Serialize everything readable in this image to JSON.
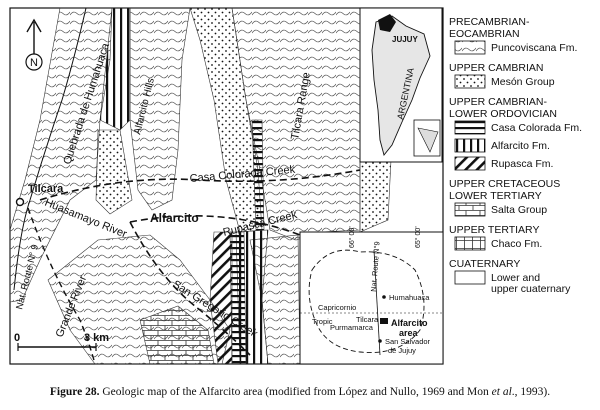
{
  "map": {
    "place_labels": {
      "quebrada": "Quebrada de Humahuaca",
      "alfarcito_hills": "Alfarcito Hills",
      "tilcara_range": "Tilcara Range",
      "casa_colorada_creek": "Casa Colorada Creek",
      "tilcara": "Tilcara",
      "huasamayo_river": "Huasamayo River",
      "alfarcito": "Alfarcito",
      "rupasca_creek": "Rupasca Creek",
      "route9": "Nat. Route N° 9",
      "grande_river": "Grande River",
      "san_gregorio_creek": "San Gregorio Creek"
    },
    "north_label": "N",
    "scale": {
      "start": "0",
      "end": "3 km"
    }
  },
  "inset_country": {
    "jujuy": "JUJUY",
    "argentina": "ARGENTINA"
  },
  "inset_local": {
    "labels": {
      "lon1": "66° 00'",
      "lon2": "65° 00'",
      "route9": "Nat. Route N°9",
      "humahuaca": "Humahuaca",
      "capricornio": "Capricornio",
      "tropic": "Tropic",
      "tilcara": "Tilcara",
      "purmamarca": "Purmamarca",
      "alfarcito_area_1": "Alfarcito",
      "alfarcito_area_2": "area",
      "san_salvador_1": "San Salvador",
      "san_salvador_2": "de Jujuy"
    }
  },
  "legend": {
    "groups": [
      {
        "head": [
          "PRECAMBRIAN-",
          "EOCAMBRIAN"
        ],
        "items": [
          {
            "label": "Puncoviscana Fm.",
            "pattern": "wavy"
          }
        ]
      },
      {
        "head": [
          "UPPER CAMBRIAN"
        ],
        "items": [
          {
            "label": "Mesón Group",
            "pattern": "dots"
          }
        ]
      },
      {
        "head": [
          "UPPER CAMBRIAN-",
          "LOWER ORDOVICIAN"
        ],
        "items": [
          {
            "label": "Casa Colorada Fm.",
            "pattern": "horizontal"
          },
          {
            "label": "Alfarcito Fm.",
            "pattern": "vertical"
          },
          {
            "label": "Rupasca Fm.",
            "pattern": "diagonal"
          }
        ]
      },
      {
        "head": [
          "UPPER CRETACEOUS",
          "LOWER TERTIARY"
        ],
        "items": [
          {
            "label": "Salta Group",
            "pattern": "brick"
          }
        ]
      },
      {
        "head": [
          "UPPER TERTIARY"
        ],
        "items": [
          {
            "label": "Chaco Fm.",
            "pattern": "grid"
          }
        ]
      },
      {
        "head": [
          "CUATERNARY"
        ],
        "items": [
          {
            "label": "Lower and upper cuaternary",
            "pattern": "blank"
          }
        ]
      }
    ]
  },
  "caption": {
    "figure": "Figure 28.",
    "text_1": " Geologic map of the Alfarcito area (modified from López and Nullo, 1969 and Mon ",
    "et_al": "et al",
    "text_2": "., 1993)."
  }
}
